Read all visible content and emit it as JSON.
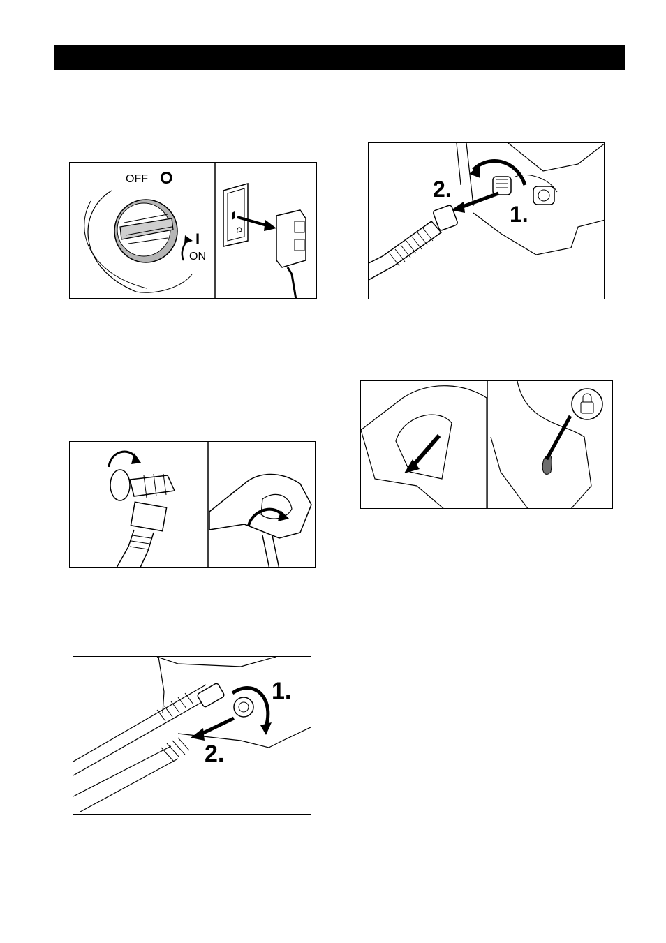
{
  "header": {
    "text": ""
  },
  "figures": {
    "switch": {
      "off_label": "OFF",
      "off_symbol": "O",
      "on_symbol": "I",
      "on_label": "ON",
      "icons": [
        "rotary-switch-icon",
        "power-plug-icon"
      ]
    },
    "hose_disconnect_top": {
      "step1": "1.",
      "step2": "2.",
      "icons": [
        "connector-icon",
        "hose-icon"
      ]
    },
    "faucet_gun": {
      "icons": [
        "faucet-icon",
        "spray-gun-icon"
      ]
    },
    "trigger_lock": {
      "icons": [
        "trigger-icon",
        "lock-icon"
      ]
    },
    "hose_disconnect_bottom": {
      "step1": "1.",
      "step2": "2.",
      "icons": [
        "connector-icon",
        "hose-icon"
      ]
    }
  },
  "colors": {
    "bar": "#000000",
    "knob_shadow": "#b5b5b5",
    "lock_button": "#6e6e6e"
  }
}
